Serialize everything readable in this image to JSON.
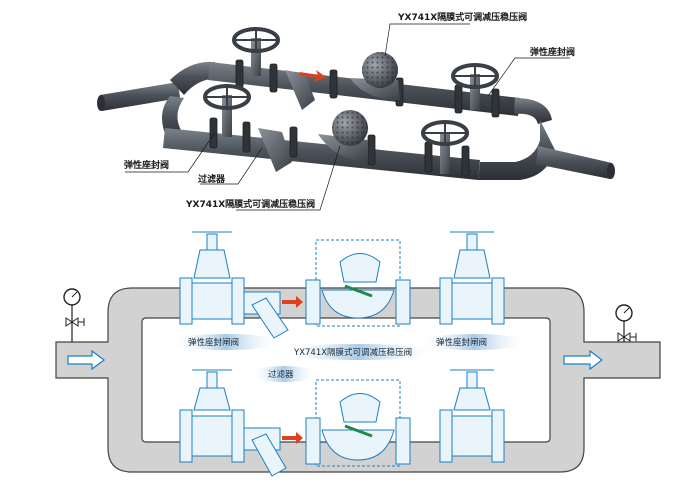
{
  "top_labels": {
    "reducing_valve_top": "YX741X隔膜式可调减压稳压阀",
    "gate_valve_right": "弹性座封阀",
    "gate_valve_left": "弹性座封阀",
    "strainer": "过滤器",
    "reducing_valve_bottom": "YX741X隔膜式可调减压稳压阀"
  },
  "bottom_labels": {
    "gate_valve_left": "弹性座封闸阀",
    "reducing_valve": "YX741X隔膜式可调减压稳压阀",
    "gate_valve_right": "弹性座封闸阀",
    "strainer": "过滤器"
  },
  "colors": {
    "pipe_dark": "#4a4f56",
    "pipe_light": "#d2d2d2",
    "blueprint": "#1a7fc4",
    "label_bg": "#b9d7ee",
    "arrow": "#e0401a"
  }
}
